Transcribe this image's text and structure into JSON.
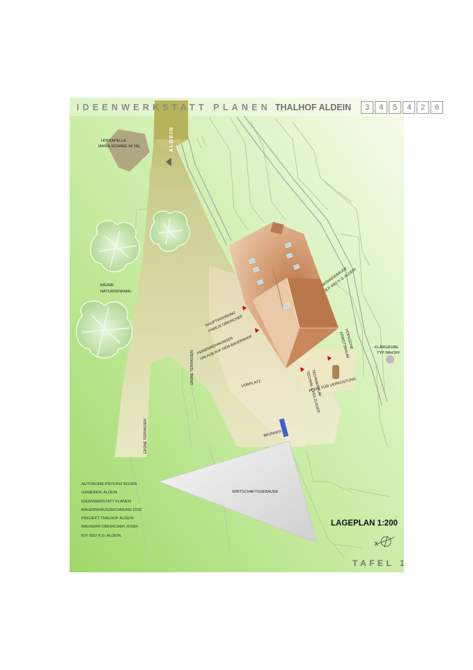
{
  "header": {
    "title": "IDEENWERKSTATT PLANEN",
    "project": "THALHOF ALDEIN",
    "boxes": [
      "3",
      "4",
      "5",
      "4",
      "2",
      "6"
    ]
  },
  "labels": {
    "road": "ALDEIN",
    "chapel": [
      "HOFKAPELLE",
      "MARIA SCHNEE IM TAL"
    ],
    "trees": [
      "BÄUME",
      "NATURDENKMAL"
    ],
    "main_flat": [
      "HAUPTWOHNUNG",
      "FAMILIE OBKIRCHER"
    ],
    "holiday_flats": [
      "FERIENWOHNUNGEN",
      "URLAUB AUF DEM BAUERNHOF"
    ],
    "terraces_left": "GRÜNE TERRASSEN",
    "terraces_mid": "GRÜNE TERRASSEN",
    "forecourt": "VORPLATZ",
    "fountain": "BRUNNEN",
    "residence": [
      "WOHNGEBÄUDE",
      "B.P. 69/2 K.G. ALDEIN"
    ],
    "farm_kitchen": [
      "HOFKÜCHE",
      "ARBEITSRAUM"
    ],
    "septic": [
      "KLÄRGRUBE",
      "TYP IMHOFF"
    ],
    "tech_room": [
      "TECHNIKRAUM",
      "TECHNIK & HOLZLAGER"
    ],
    "tasting": "PLATZ FÜR VERKOSTUNG",
    "utility_building": "WIRTSCHAFTSGEBÄUDE"
  },
  "imprint": [
    "AUTONOME PROVINZ BOZEN",
    "GEMEINDE ALDEIN",
    "IDEENWERSTATT PLANEN",
    "BAUERNHAUSZEICHNUNG 2018",
    "PROJEKT THALHOF ALDEIN",
    "BAUHERR OBKIRCHER JOSEF",
    "B.P. 69/2 K.G. ALDEIN"
  ],
  "scale_label": "LAGEPLAN 1:200",
  "sheet_label": "TAFEL 1",
  "colors": {
    "background_light": "#f4fbe8",
    "background_green": "#a8dc73",
    "road_fill": "#c7c985",
    "road_top": "#b5b55c",
    "roof_main": "#c98a5c",
    "roof_light": "#e8c5a3",
    "tree_fill": "#bfe0a6",
    "chapel_fill": "#b0a882",
    "utility_building_fill": "#e5e5e5",
    "fountain_fill": "#3d62cc",
    "arrow_red": "#e10000"
  }
}
